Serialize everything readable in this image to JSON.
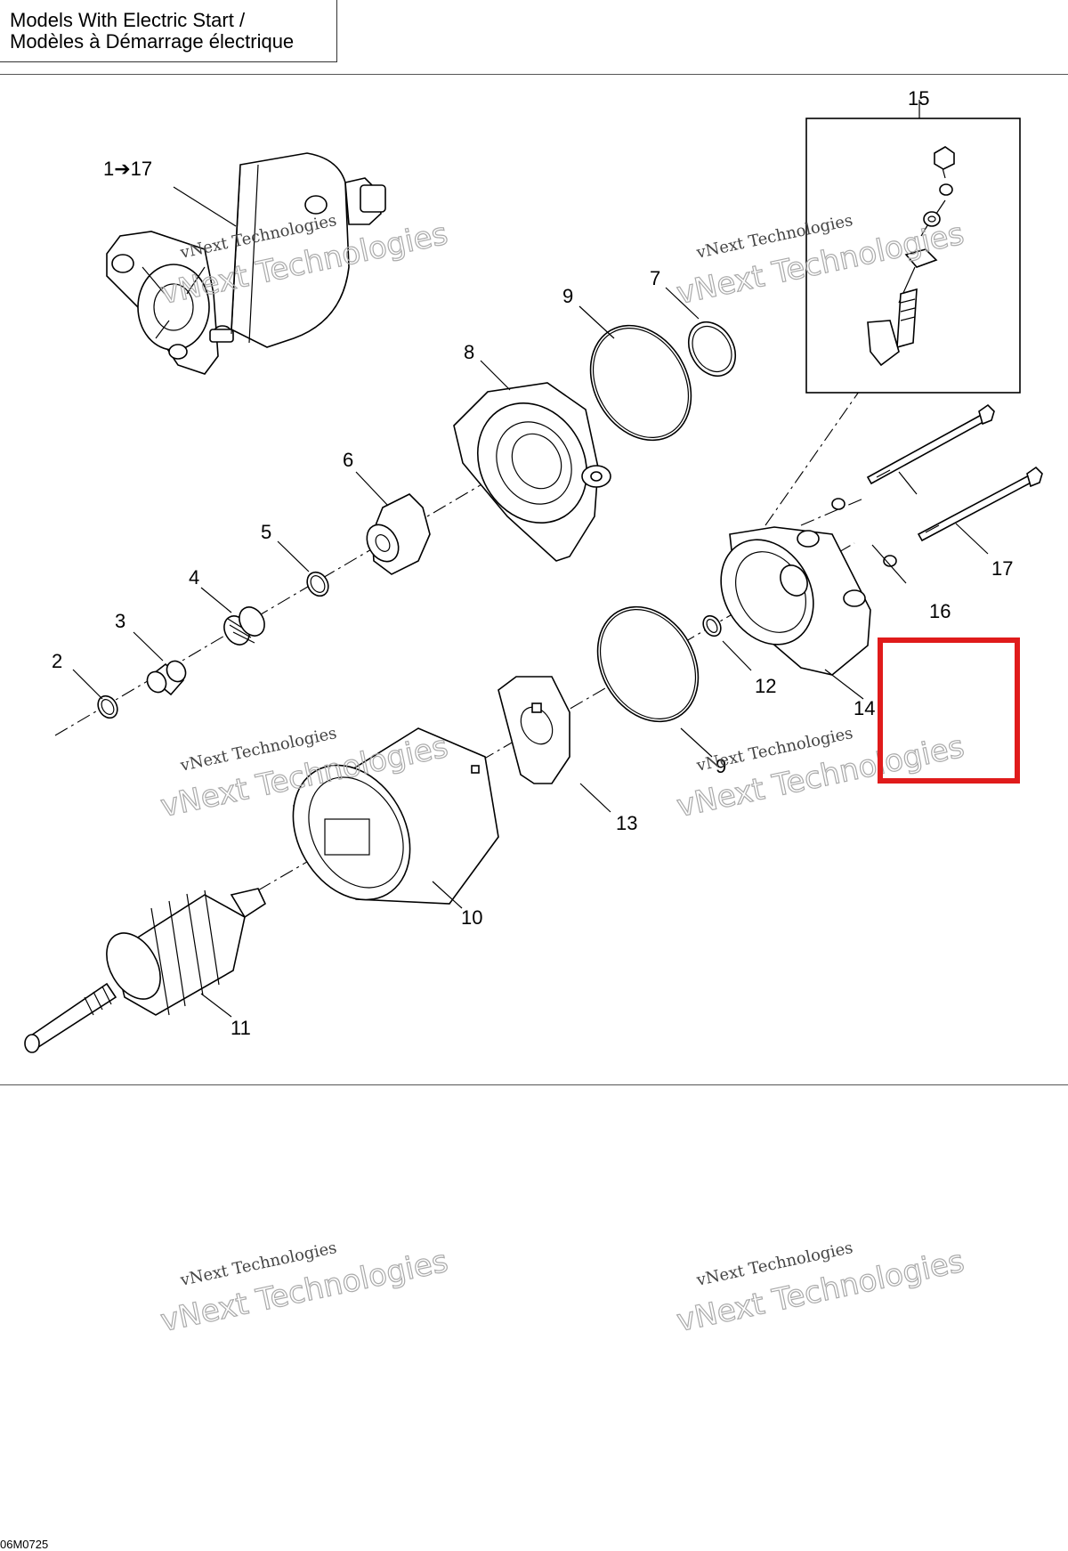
{
  "header": {
    "title_en": "Models With Electric Start /",
    "title_fr": "Modèles à Démarrage électrique"
  },
  "callouts": {
    "c1_17": "1➔17",
    "c2": "2",
    "c3": "3",
    "c4": "4",
    "c5": "5",
    "c6": "6",
    "c7": "7",
    "c8": "8",
    "c9a": "9",
    "c9b": "9",
    "c10": "10",
    "c11": "11",
    "c12": "12",
    "c13": "13",
    "c14": "14",
    "c15": "15",
    "c16": "16",
    "c17": "17"
  },
  "watermark": {
    "line1": "vNext Technologies",
    "line2": "vNext Technologies"
  },
  "highlight_color": "#e01b1b",
  "figure_id": "06M0725"
}
